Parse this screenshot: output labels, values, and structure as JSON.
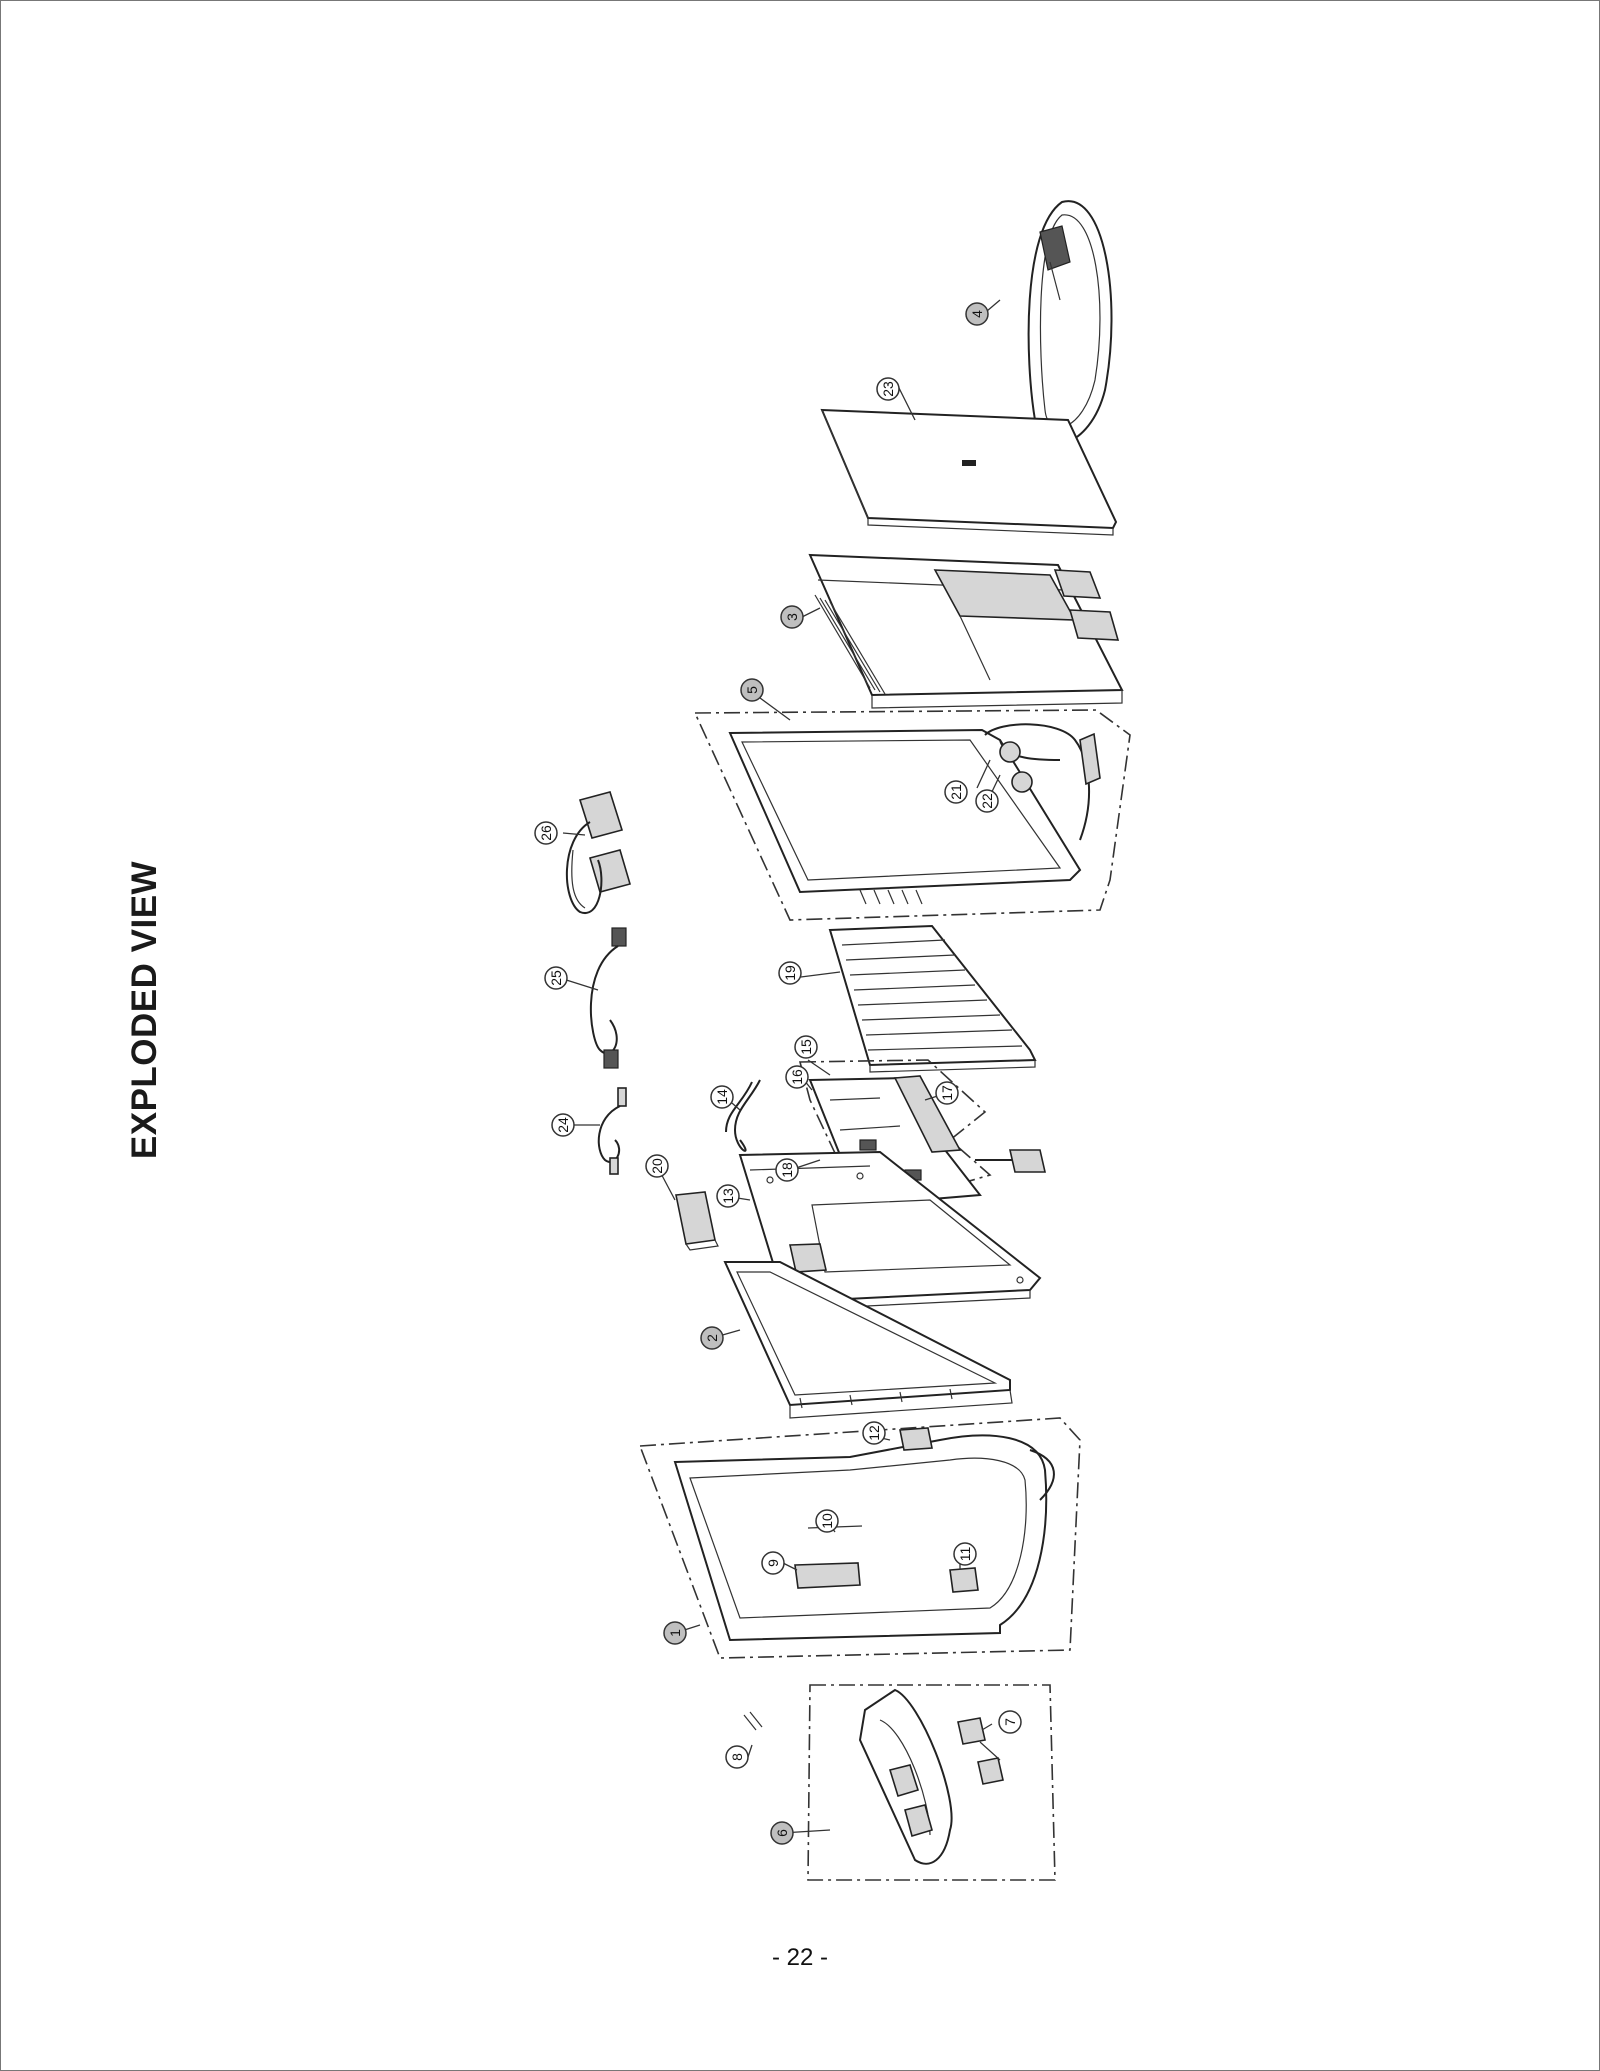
{
  "document": {
    "title": "EXPLODED VIEW",
    "page_number": "- 22 -"
  },
  "callouts": [
    {
      "id": "c1",
      "label": "1",
      "shade": "grey"
    },
    {
      "id": "c2",
      "label": "2",
      "shade": "grey"
    },
    {
      "id": "c3",
      "label": "3",
      "shade": "grey"
    },
    {
      "id": "c4",
      "label": "4",
      "shade": "grey"
    },
    {
      "id": "c5",
      "label": "5",
      "shade": "grey"
    },
    {
      "id": "c6",
      "label": "6",
      "shade": "grey"
    },
    {
      "id": "c7",
      "label": "7",
      "shade": "white"
    },
    {
      "id": "c8",
      "label": "8",
      "shade": "white"
    },
    {
      "id": "c9",
      "label": "9",
      "shade": "white"
    },
    {
      "id": "c10",
      "label": "10",
      "shade": "white"
    },
    {
      "id": "c11",
      "label": "11",
      "shade": "white"
    },
    {
      "id": "c12",
      "label": "12",
      "shade": "white"
    },
    {
      "id": "c13",
      "label": "13",
      "shade": "white"
    },
    {
      "id": "c14",
      "label": "14",
      "shade": "white"
    },
    {
      "id": "c15",
      "label": "15",
      "shade": "white"
    },
    {
      "id": "c16",
      "label": "16",
      "shade": "white"
    },
    {
      "id": "c17",
      "label": "17",
      "shade": "white"
    },
    {
      "id": "c18",
      "label": "18",
      "shade": "white"
    },
    {
      "id": "c19",
      "label": "19",
      "shade": "white"
    },
    {
      "id": "c20",
      "label": "20",
      "shade": "white"
    },
    {
      "id": "c21",
      "label": "21",
      "shade": "white"
    },
    {
      "id": "c22",
      "label": "22",
      "shade": "white"
    },
    {
      "id": "c23",
      "label": "23",
      "shade": "white"
    },
    {
      "id": "c24",
      "label": "24",
      "shade": "white"
    },
    {
      "id": "c25",
      "label": "25",
      "shade": "white"
    },
    {
      "id": "c26",
      "label": "26",
      "shade": "white"
    }
  ]
}
